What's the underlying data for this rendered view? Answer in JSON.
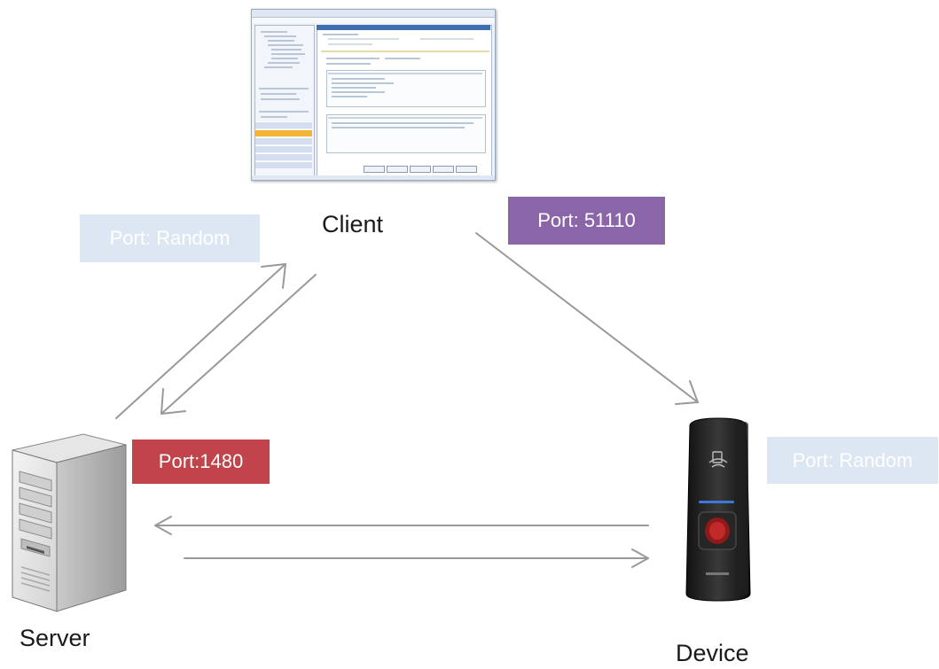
{
  "nodes": {
    "client": {
      "label": "Client"
    },
    "server": {
      "label": "Server"
    },
    "device": {
      "label": "Device"
    }
  },
  "ports": {
    "client_to_server": {
      "text": "Port: Random",
      "color": "#dde6f3"
    },
    "client_to_device": {
      "text": "Port: 51110",
      "color": "#8a66a8"
    },
    "server": {
      "text": "Port:1480",
      "color": "#c0444a"
    },
    "device": {
      "text": "Port: Random",
      "color": "#dde6f3"
    }
  },
  "colors": {
    "arrow": "#999999"
  },
  "icons": {
    "client": "client-software-screenshot-icon",
    "server": "server-tower-icon",
    "device": "fingerprint-reader-icon"
  }
}
